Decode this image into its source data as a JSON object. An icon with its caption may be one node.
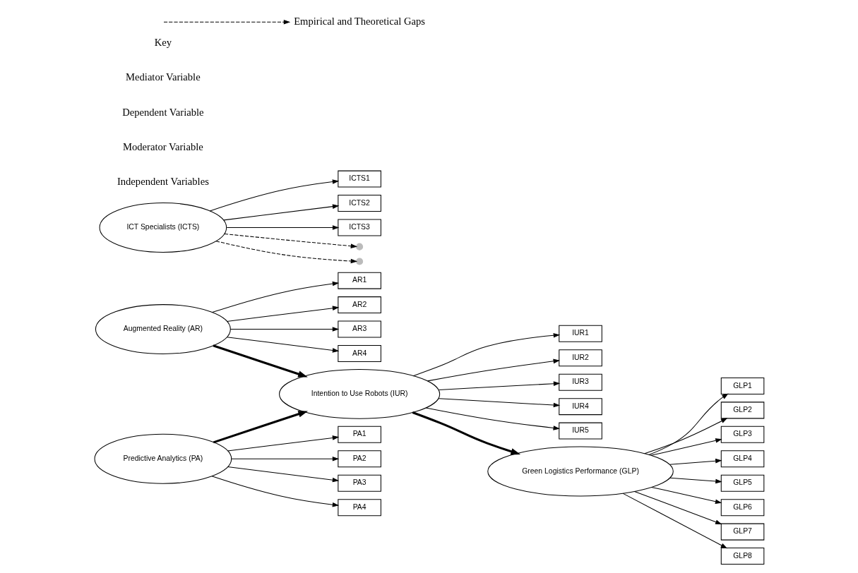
{
  "diagram": {
    "nodes": [
      {
        "text": [
          "AR1"
        ]
      },
      {
        "text": [
          "AR2"
        ]
      },
      {
        "text": [
          "AR3"
        ]
      },
      {
        "text": [
          "AR4"
        ]
      },
      {
        "text": [
          "Augmented Reality (AR)"
        ]
      },
      {
        "text": [
          "ICT Specialists (ICTS)"
        ]
      },
      {
        "text": [
          "ICTS1"
        ]
      },
      {
        "text": [
          "ICTS2"
        ]
      },
      {
        "text": [
          "ICTS3"
        ]
      },
      {
        "text": [],
        "shape": "circle"
      },
      {
        "text": [
          "Intention to Use Robots (IUR)"
        ]
      },
      {
        "text": [],
        "shape": "circle"
      },
      {
        "text": [
          "PA1"
        ]
      },
      {
        "text": [
          "PA2"
        ]
      },
      {
        "text": [
          "PA3"
        ]
      },
      {
        "text": [
          "PA4"
        ]
      },
      {
        "text": [
          "Predictive Analytics (PA)"
        ]
      },
      {
        "text": [
          "IUR1"
        ]
      },
      {
        "text": [
          "IUR2"
        ]
      },
      {
        "text": [
          "IUR3"
        ]
      },
      {
        "text": [
          "IUR4"
        ]
      },
      {
        "text": [
          "IUR5"
        ]
      },
      {
        "text": [
          "Green Logistics Performance (GLP)"
        ]
      },
      {
        "text": [
          "GLP1"
        ]
      },
      {
        "text": [
          "GLP2"
        ]
      },
      {
        "text": [
          "GLP3"
        ]
      },
      {
        "text": [
          "GLP4"
        ]
      },
      {
        "text": [
          "GLP5"
        ]
      },
      {
        "text": [
          "GLP6"
        ]
      },
      {
        "text": [
          "GLP7"
        ]
      },
      {
        "text": [
          "GLP8"
        ]
      }
    ],
    "edges": [
      {
        "from": 4,
        "to": 0,
        "arrow": "to"
      },
      {
        "from": 4,
        "to": 1,
        "arrow": "to"
      },
      {
        "from": 4,
        "to": 2,
        "arrow": "to"
      },
      {
        "from": 4,
        "to": 3,
        "arrow": "to"
      },
      {
        "from": 5,
        "to": 6,
        "arrow": "to"
      },
      {
        "from": 5,
        "to": 7,
        "arrow": "to"
      },
      {
        "from": 5,
        "to": 8,
        "arrow": "to"
      },
      {
        "from": 5,
        "to": 9,
        "arrow": "to",
        "style": "dashed"
      },
      {
        "from": 5,
        "to": 11,
        "arrow": "to",
        "style": "dashed"
      },
      {
        "from": 4,
        "to": 10,
        "arrow": "to",
        "style": "thick"
      },
      {
        "from": 16,
        "to": 10,
        "arrow": "to",
        "style": "thick"
      },
      {
        "from": 10,
        "to": 22,
        "arrow": "to",
        "style": "thick"
      },
      {
        "from": 16,
        "to": 12,
        "arrow": "to"
      },
      {
        "from": 16,
        "to": 13,
        "arrow": "to"
      },
      {
        "from": 16,
        "to": 14,
        "arrow": "to"
      },
      {
        "from": 16,
        "to": 15,
        "arrow": "to"
      },
      {
        "from": 10,
        "to": 17,
        "arrow": "to"
      },
      {
        "from": 10,
        "to": 18,
        "arrow": "to"
      },
      {
        "from": 10,
        "to": 19,
        "arrow": "to"
      },
      {
        "from": 10,
        "to": 20,
        "arrow": "to"
      },
      {
        "from": 10,
        "to": 21,
        "arrow": "to"
      },
      {
        "from": 22,
        "to": 23,
        "arrow": "to"
      },
      {
        "from": 22,
        "to": 24,
        "arrow": "to"
      },
      {
        "from": 22,
        "to": 25,
        "arrow": "to"
      },
      {
        "from": 22,
        "to": 26,
        "arrow": "to"
      },
      {
        "from": 22,
        "to": 27,
        "arrow": "to"
      },
      {
        "from": 22,
        "to": 28,
        "arrow": "to"
      },
      {
        "from": 22,
        "to": 29,
        "arrow": "to"
      },
      {
        "from": 22,
        "to": 30,
        "arrow": "to"
      }
    ],
    "labels": [
      "Independent Variables",
      "Moderator Variable",
      "Dependent Variable",
      "Mediator Variable",
      "Key"
    ],
    "legend": [
      {
        "text": "Empirical and Theoretical Gaps"
      }
    ]
  }
}
